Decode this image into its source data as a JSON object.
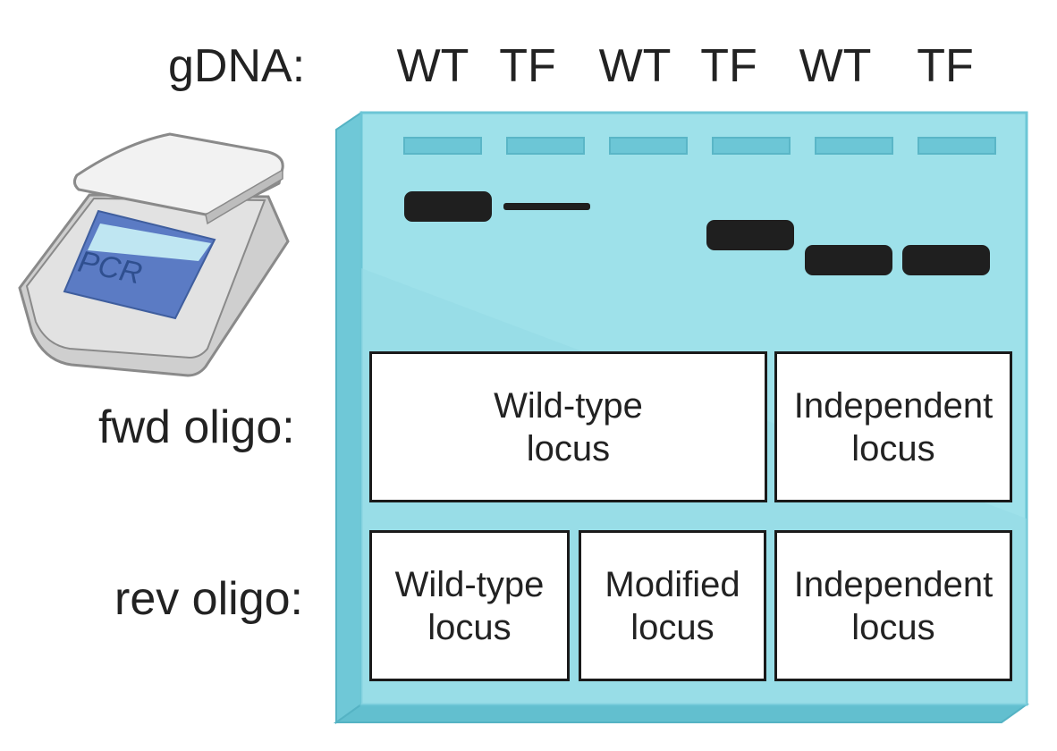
{
  "gdna_label": "gDNA:",
  "lanes": [
    "WT",
    "TF",
    "WT",
    "TF",
    "WT",
    "TF"
  ],
  "fwd_label": "fwd oligo:",
  "rev_label": "rev oligo:",
  "pcr_machine": {
    "icon": "pcr-machine-icon",
    "screen_text": "PCR"
  },
  "fwd_boxes": [
    {
      "line1": "Wild-type",
      "line2": "locus"
    },
    {
      "line1": "Independent",
      "line2": "locus"
    }
  ],
  "rev_boxes": [
    {
      "line1": "Wild-type",
      "line2": "locus"
    },
    {
      "line1": "Modified",
      "line2": "locus"
    },
    {
      "line1": "Independent",
      "line2": "locus"
    }
  ],
  "bands": [
    {
      "lane": 1,
      "size": "large",
      "level": "high"
    },
    {
      "lane": 2,
      "size": "faint",
      "level": "high"
    },
    {
      "lane": 4,
      "size": "large",
      "level": "middle"
    },
    {
      "lane": 5,
      "size": "large",
      "level": "low"
    },
    {
      "lane": 6,
      "size": "large",
      "level": "low"
    }
  ],
  "colors": {
    "gel": "#9ee1ea",
    "gel_edge": "#5fbfd0",
    "well": "#6cc6d6",
    "band": "#1f1f1f",
    "pcr_screen": "#5b7bc4"
  }
}
